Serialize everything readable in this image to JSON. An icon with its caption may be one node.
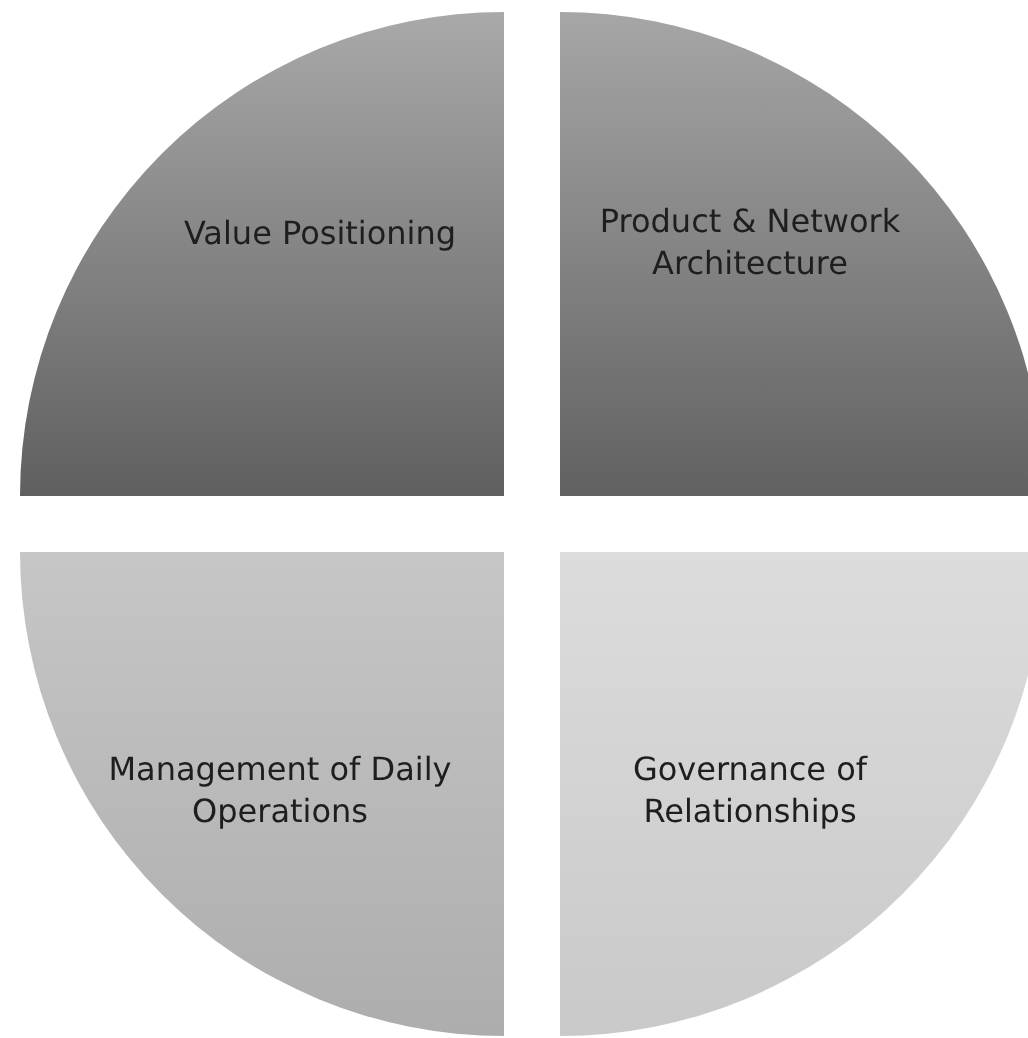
{
  "diagram": {
    "nodes": [
      {
        "text": [
          "Value Positioning"
        ]
      },
      {
        "text": [
          "Product & Network Architecture"
        ]
      },
      {
        "text": [
          "Management of Daily Operations"
        ]
      },
      {
        "text": [
          "Governance of Relationships"
        ]
      }
    ]
  }
}
